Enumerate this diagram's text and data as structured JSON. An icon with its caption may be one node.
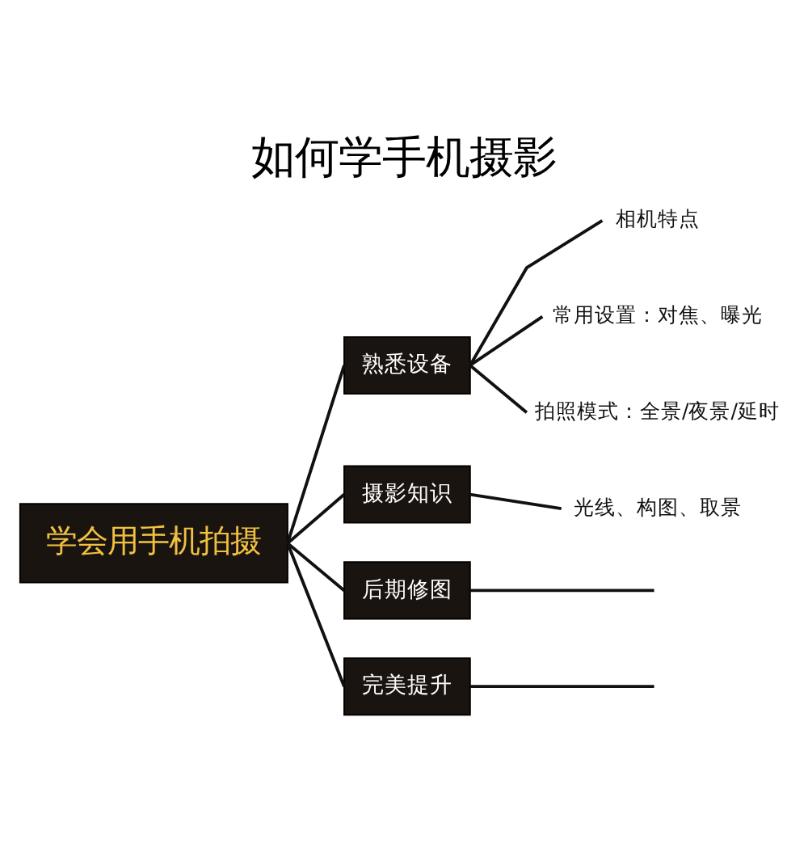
{
  "diagram": {
    "title": "如何学手机摄影",
    "nodes": [
      {
        "text": [
          "学会用手机拍摄"
        ]
      },
      {
        "text": [
          "熟悉设备"
        ]
      },
      {
        "text": [
          "相机特点"
        ]
      },
      {
        "text": [
          "常用设置：对焦、曝光"
        ]
      },
      {
        "text": [
          "拍照模式：全景/夜景/延时"
        ]
      },
      {
        "text": [
          "摄影知识"
        ]
      },
      {
        "text": [
          "光线、构图、取景"
        ]
      },
      {
        "text": [
          "后期修图"
        ]
      },
      {
        "text": [
          "完美提升"
        ]
      }
    ],
    "edges": [
      {
        "from": 0,
        "to": 1,
        "arrow": "none"
      },
      {
        "from": 0,
        "to": 5,
        "arrow": "none"
      },
      {
        "from": 0,
        "to": 7,
        "arrow": "none"
      },
      {
        "from": 0,
        "to": 8,
        "arrow": "none"
      },
      {
        "from": 1,
        "to": 2,
        "arrow": "none"
      },
      {
        "from": 1,
        "to": 3,
        "arrow": "none"
      },
      {
        "from": 1,
        "to": 4,
        "arrow": "none"
      },
      {
        "from": 5,
        "to": 6,
        "arrow": "none"
      },
      {
        "from": 7,
        "to": null,
        "arrow": "none"
      },
      {
        "from": 8,
        "to": null,
        "arrow": "none"
      }
    ]
  }
}
